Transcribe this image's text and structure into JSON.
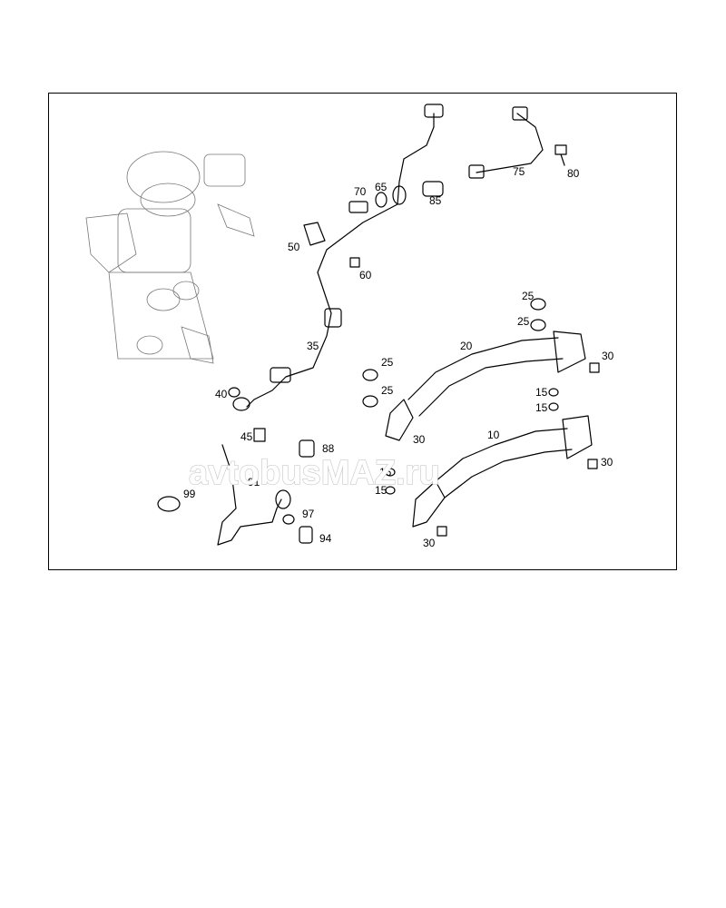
{
  "diagram": {
    "callouts": [
      "70",
      "65",
      "75",
      "80",
      "85",
      "50",
      "60",
      "35",
      "40",
      "25",
      "20",
      "30",
      "45",
      "88",
      "91",
      "99",
      "97",
      "94",
      "10",
      "15"
    ],
    "watermark": "avtobusMAZ.ru"
  }
}
